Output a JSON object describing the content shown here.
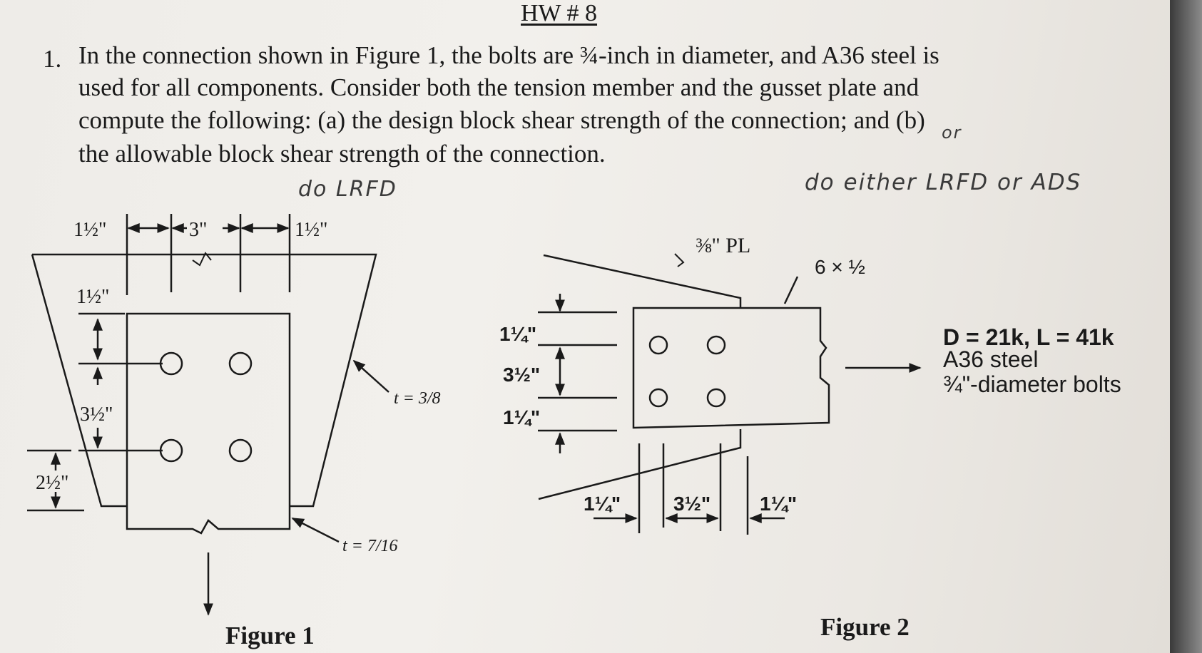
{
  "header": {
    "title": "HW # 8"
  },
  "problem": {
    "number": "1.",
    "lines": [
      "In the connection shown in Figure 1, the bolts are ¾-inch in diameter, and A36 steel is",
      "used for all components. Consider both the tension member and the gusset plate and",
      "compute the following: (a) the design block shear strength of the connection; and (b)",
      "the allowable block shear strength of the connection."
    ]
  },
  "annotations": {
    "do_lrfd": "do LRFD",
    "do_either": "do either LRFD or ADS",
    "or_word": "or"
  },
  "figure1": {
    "caption": "Figure 1",
    "dim_top_left": "1½\"",
    "dim_top_mid": "3\"",
    "dim_top_right": "1½\"",
    "dim_side_top": "1½\"",
    "dim_side_mid": "3½\"",
    "dim_side_bot": "2½\"",
    "t_gusset": "t = 3/8",
    "t_member": "t = 7/16"
  },
  "figure2": {
    "caption": "Figure 2",
    "plate": "⅜\" PL",
    "member": "6 × ½",
    "v_dim_1": "1¼\"",
    "v_dim_2": "3½\"",
    "v_dim_3": "1¼\"",
    "h_dim_1": "1¼\"",
    "h_dim_2": "3½\"",
    "h_dim_3": "1¼\"",
    "loads": "D = 21k, L = 41k",
    "steel": "A36 steel",
    "bolts": "¾\"-diameter bolts"
  }
}
